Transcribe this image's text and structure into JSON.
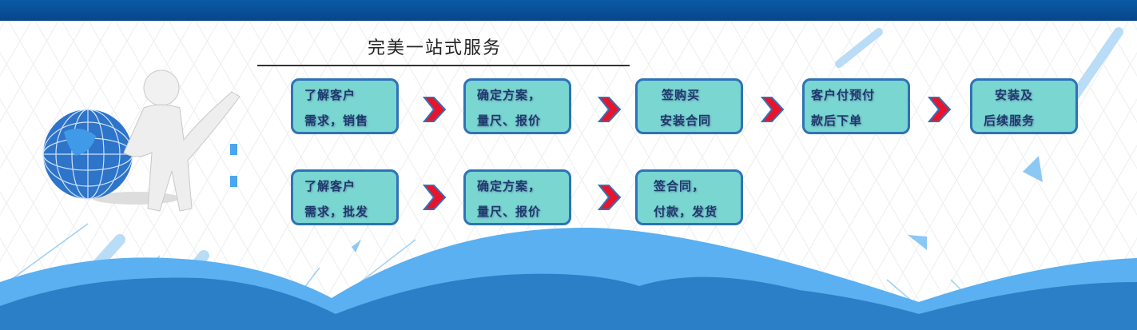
{
  "title": "完美一站式服务",
  "retail_flow": [
    {
      "line1": "了解客户",
      "line2": "需求，销售"
    },
    {
      "line1": "确定方案，",
      "line2": "量尺、报价"
    },
    {
      "line1": "签购买",
      "line2": "安装合同"
    },
    {
      "line1": "客户付预付",
      "line2": "款后下单"
    },
    {
      "line1": "安装及",
      "line2": "后续服务"
    }
  ],
  "wholesale_flow": [
    {
      "line1": "了解客户",
      "line2": "需求，批发"
    },
    {
      "line1": "确定方案，",
      "line2": "量尺、报价"
    },
    {
      "line1": "签合同，",
      "line2": "付款，发货"
    }
  ],
  "colors": {
    "top_bar": "#07468a",
    "box_fill": "#79d6d0",
    "box_border": "#2f72b8",
    "arrow": "#e8142c",
    "wave_light": "#5ab0f0",
    "wave_dark": "#2a7fc6"
  }
}
